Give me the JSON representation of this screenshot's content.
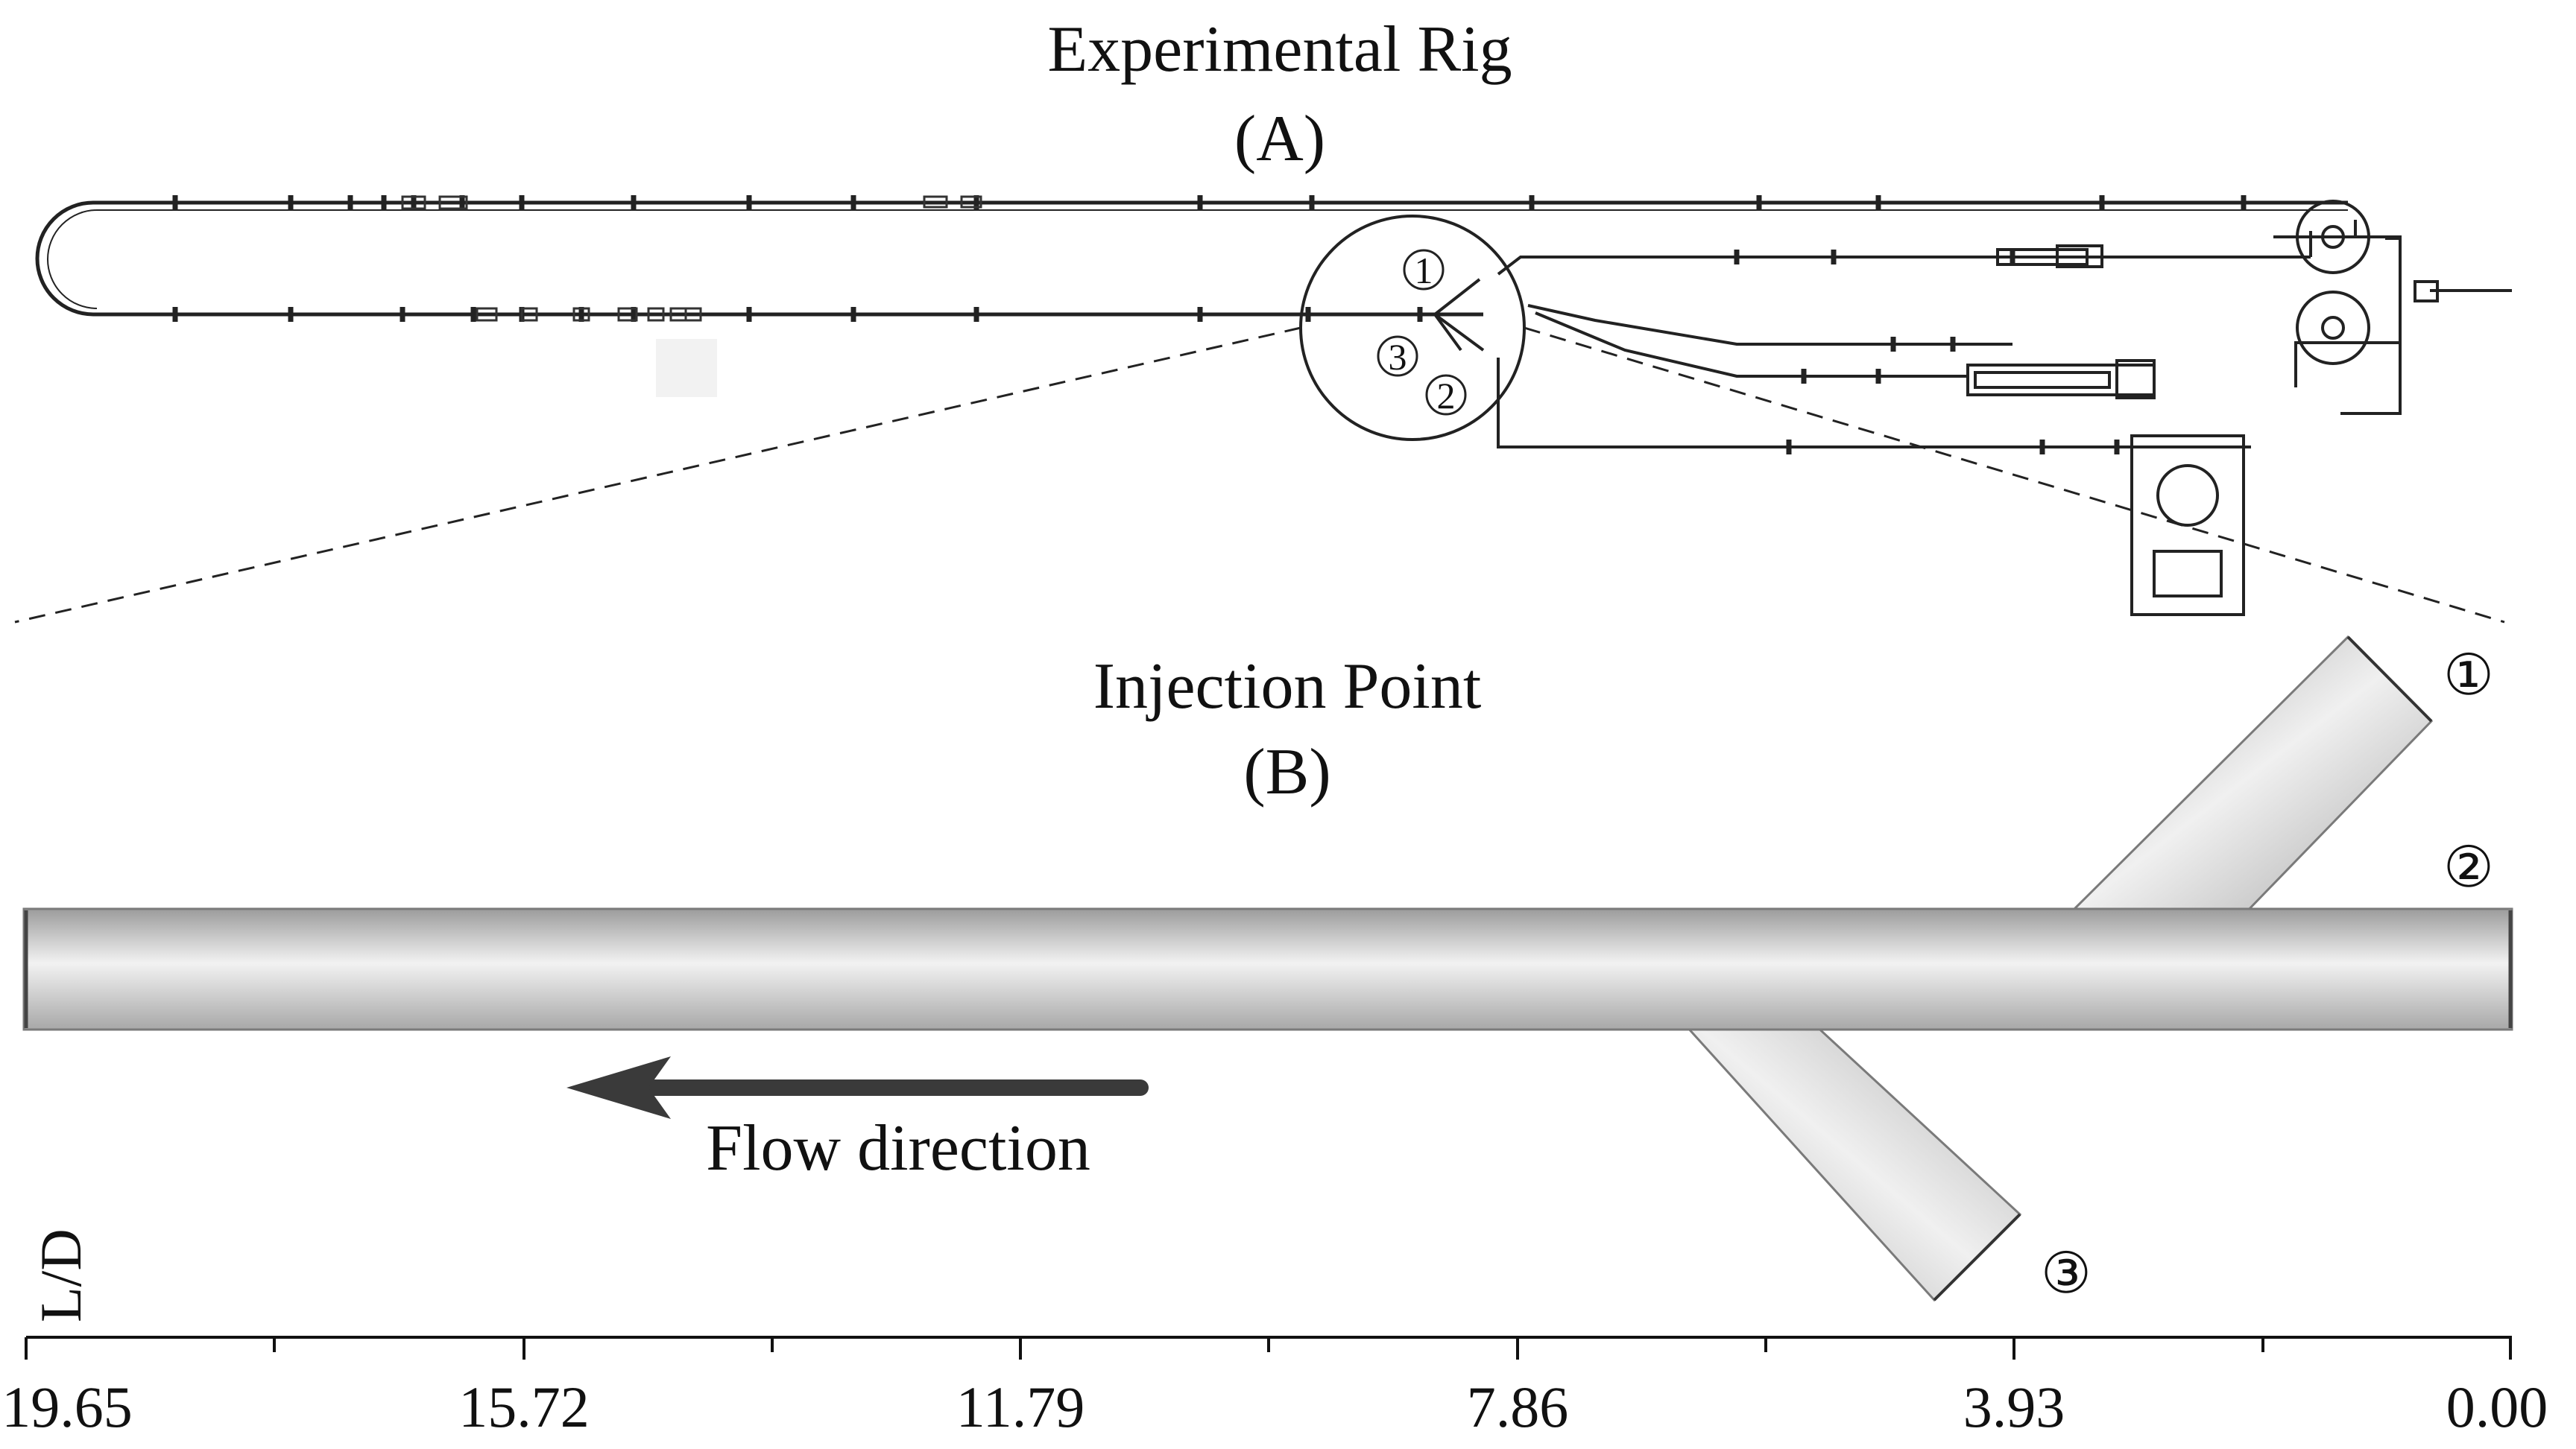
{
  "panel_a": {
    "title_line1": "Experimental Rig",
    "title_line2": "(A)",
    "markers": [
      "1",
      "3",
      "2"
    ]
  },
  "panel_b": {
    "title_line1": "Injection Point",
    "title_line2": "(B)",
    "flow_label": "Flow direction",
    "inlet_markers": [
      "①",
      "②",
      "③"
    ]
  },
  "axis": {
    "label": "L/D",
    "ticks": [
      "19.65",
      "15.72",
      "11.79",
      "7.86",
      "3.93",
      "0.00"
    ]
  },
  "colors": {
    "pipe_light": "#f4f4f4",
    "pipe_mid": "#c8c8c8",
    "pipe_dark": "#9a9a9a",
    "line": "#222222",
    "arrow": "#3a3a3a"
  }
}
